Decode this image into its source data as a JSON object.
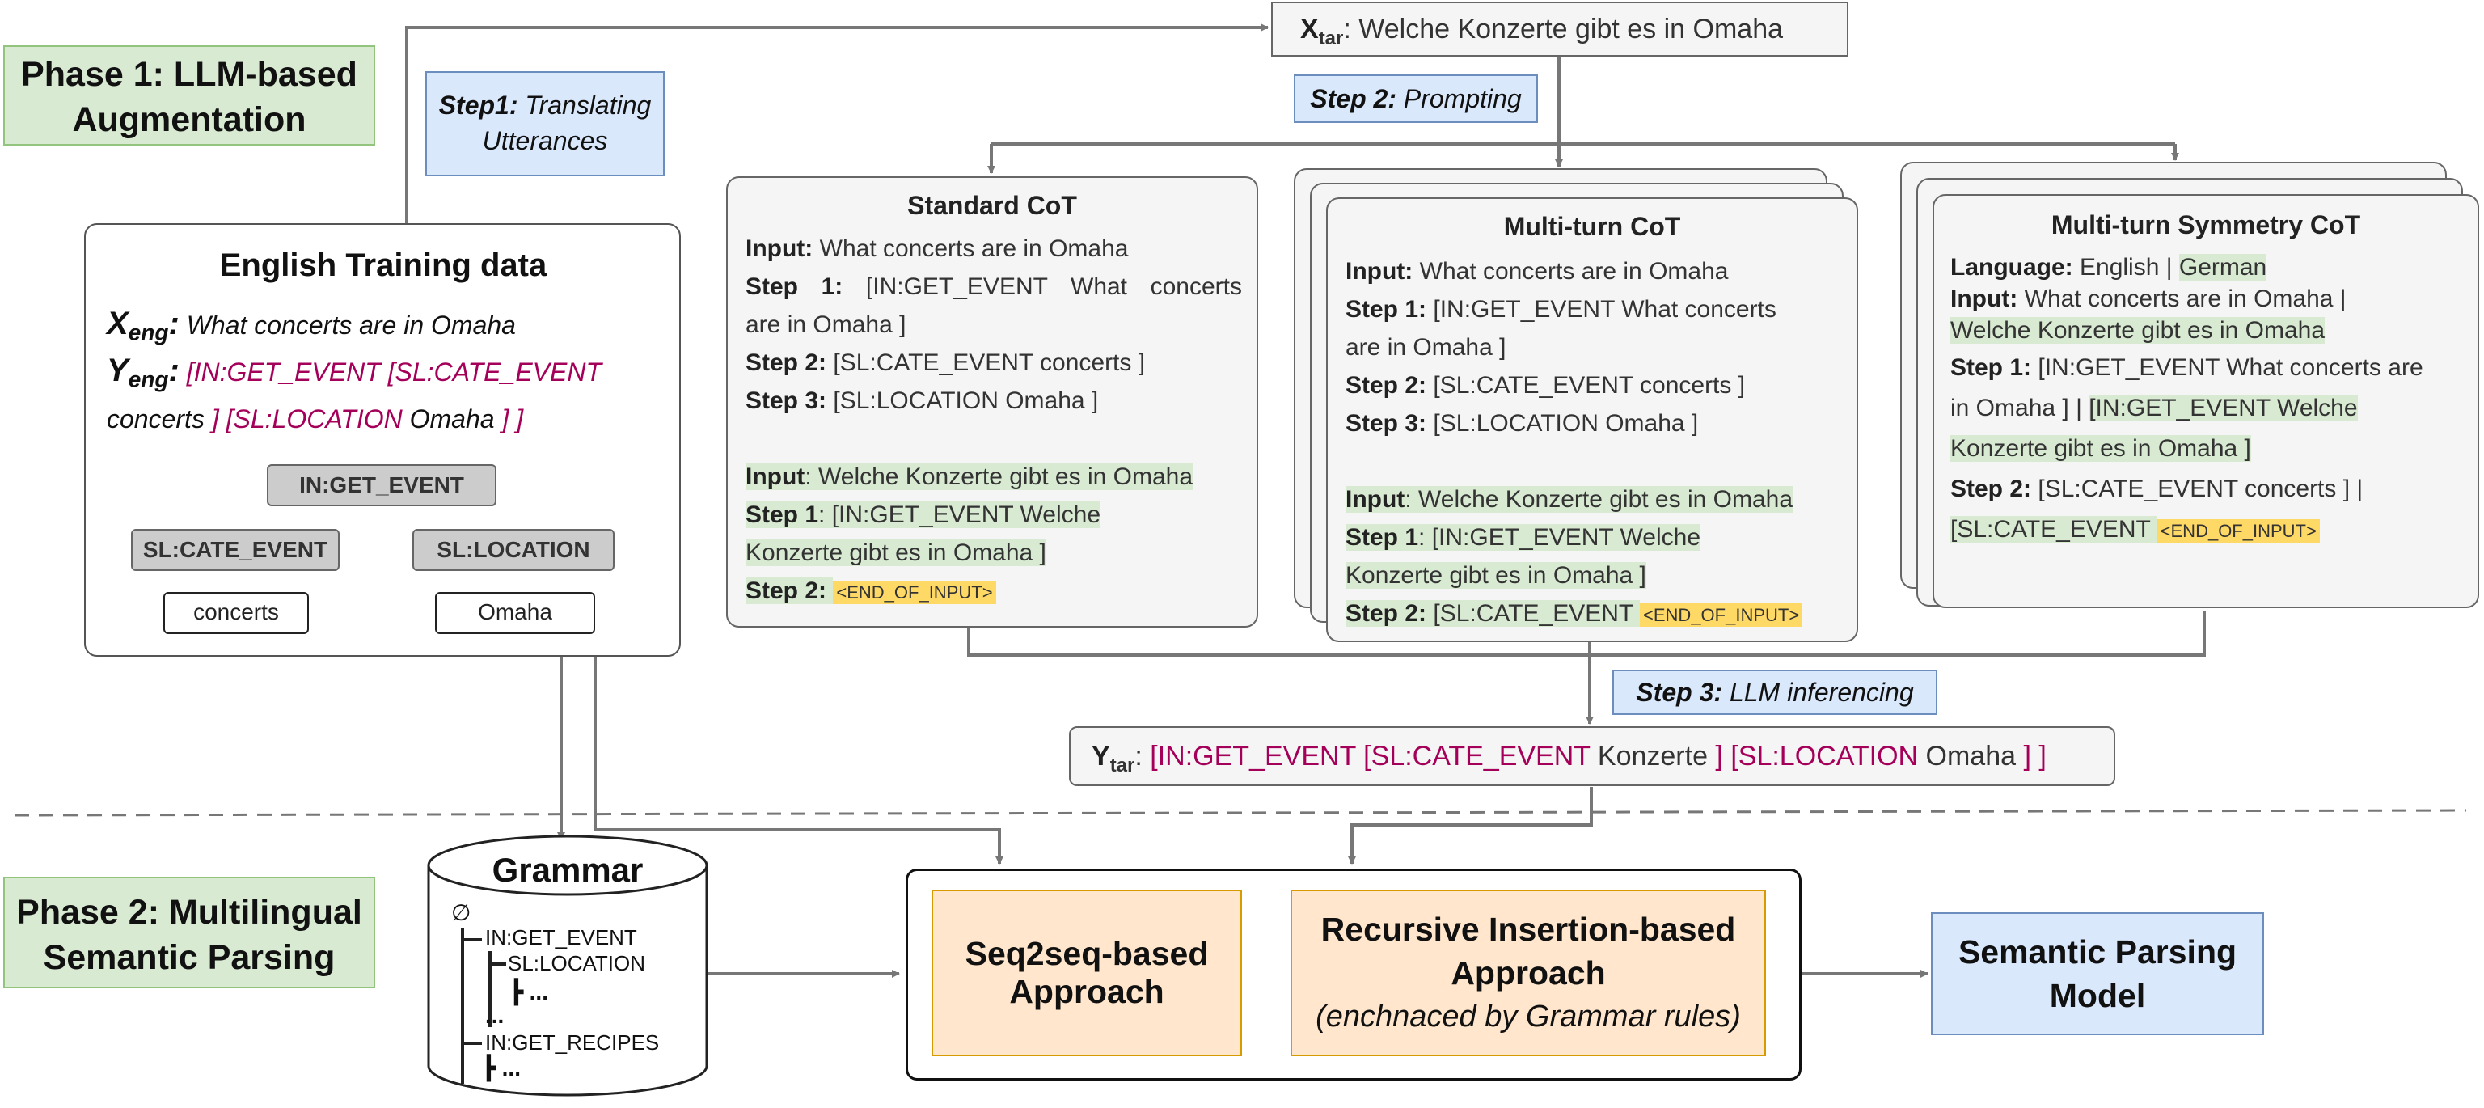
{
  "phase1": {
    "line1": "Phase 1: LLM-based",
    "line2": "Augmentation"
  },
  "phase2": {
    "line1": "Phase 2: Multilingual",
    "line2": "Semantic Parsing"
  },
  "step1": {
    "bold": "Step1:",
    "text1": " Translating",
    "text2": "Utterances"
  },
  "step2": {
    "bold": "Step 2:",
    "text": " Prompting"
  },
  "step3": {
    "bold": "Step 3:",
    "text": " LLM inferencing"
  },
  "xtar": {
    "label": "X",
    "sub": "tar",
    "text": ": Welche Konzerte gibt es in Omaha"
  },
  "english": {
    "title": "English Training data",
    "x_label": "X",
    "x_sub": "eng",
    "x_colon": ":",
    "x_text": " What concerts are in Omaha",
    "y_label": "Y",
    "y_sub": "eng",
    "y_colon": ":",
    "y_text1": " [IN:GET_EVENT [SL:CATE_EVENT",
    "y_text2a": "concerts",
    "y_text2b": " ] [SL:LOCATION",
    "y_text2c": " Omaha",
    "y_text2d": " ] ]",
    "tree": {
      "root": "IN:GET_EVENT",
      "left": "SL:CATE_EVENT",
      "right": "SL:LOCATION",
      "left_leaf": "concerts",
      "right_leaf": "Omaha"
    }
  },
  "standard": {
    "title": "Standard CoT",
    "l1b": "Input:",
    "l1": " What concerts are in Omaha",
    "l2b": "Step 1:",
    "l2": " [IN:GET_EVENT What concerts",
    "l3": "are in Omaha ]",
    "l4b": "Step 2:",
    "l4": " [SL:CATE_EVENT concerts ]",
    "l5b": "Step 3:",
    "l5": " [SL:LOCATION Omaha ]",
    "l6b": "Input",
    "l6": ": Welche Konzerte gibt es in Omaha",
    "l7b": "Step 1",
    "l7": ": [IN:GET_EVENT Welche",
    "l8": "Konzerte gibt es in Omaha ]",
    "l9b": "Step 2:",
    "l9end": "<END_OF_INPUT>"
  },
  "multiturn": {
    "title": "Multi-turn CoT",
    "l1b": "Input:",
    "l1": " What concerts are in Omaha",
    "l2b": "Step 1:",
    "l2": " [IN:GET_EVENT What concerts",
    "l3": "are in Omaha ]",
    "l4b": "Step 2:",
    "l4": " [SL:CATE_EVENT concerts ]",
    "l5b": "Step 3:",
    "l5": " [SL:LOCATION Omaha ]",
    "l6b": "Input",
    "l6": ": Welche Konzerte gibt es in Omaha",
    "l7b": "Step 1",
    "l7": ": [IN:GET_EVENT Welche",
    "l8": "Konzerte gibt es in Omaha ]",
    "l9b": "Step 2:",
    "l9": " [SL:CATE_EVENT ",
    "l9end": "<END_OF_INPUT>"
  },
  "symmetry": {
    "title": "Multi-turn Symmetry CoT",
    "l1b": "Language:",
    "l1": " English | ",
    "l1hl": "German",
    "l2b": "Input:",
    "l2": " What concerts are in Omaha |",
    "l3hl": "Welche Konzerte gibt es in Omaha",
    "l4b": "Step 1:",
    "l4": " [IN:GET_EVENT What concerts are",
    "l5": "in Omaha ] | ",
    "l5hl": "[IN:GET_EVENT Welche",
    "l6hl": "Konzerte gibt es in Omaha ]",
    "l7b": "Step 2:",
    "l7": " [SL:CATE_EVENT concerts ] |",
    "l8hl": "[SL:CATE_EVENT ",
    "l8end": "<END_OF_INPUT>"
  },
  "ytar": {
    "label": "Y",
    "sub": "tar",
    "colon": ": ",
    "p1": "[IN:GET_EVENT [SL:CATE_EVENT",
    "p2": " Konzerte",
    "p3": " ] [SL:LOCATION",
    "p4": " Omaha",
    "p5": " ] ]"
  },
  "grammar": {
    "title": "Grammar",
    "empty": "∅",
    "l1": "IN:GET_EVENT",
    "l2": "SL:LOCATION",
    "l3": "┣ ...",
    "l4": "...",
    "l5": "IN:GET_RECIPES",
    "l6": "┣ ..."
  },
  "seq2seq": {
    "line1": "Seq2seq-based",
    "line2": "Approach"
  },
  "recursive": {
    "line1": "Recursive Insertion-based",
    "line2": "Approach",
    "line3": "(enchnaced by Grammar rules)"
  },
  "model": {
    "line1": "Semantic Parsing",
    "line2": "Model"
  },
  "colors": {
    "green": "#d9ead3",
    "blue": "#dae8fc",
    "orange": "#ffe6cc",
    "yellow": "#ffd966",
    "magenta": "#a50059"
  }
}
